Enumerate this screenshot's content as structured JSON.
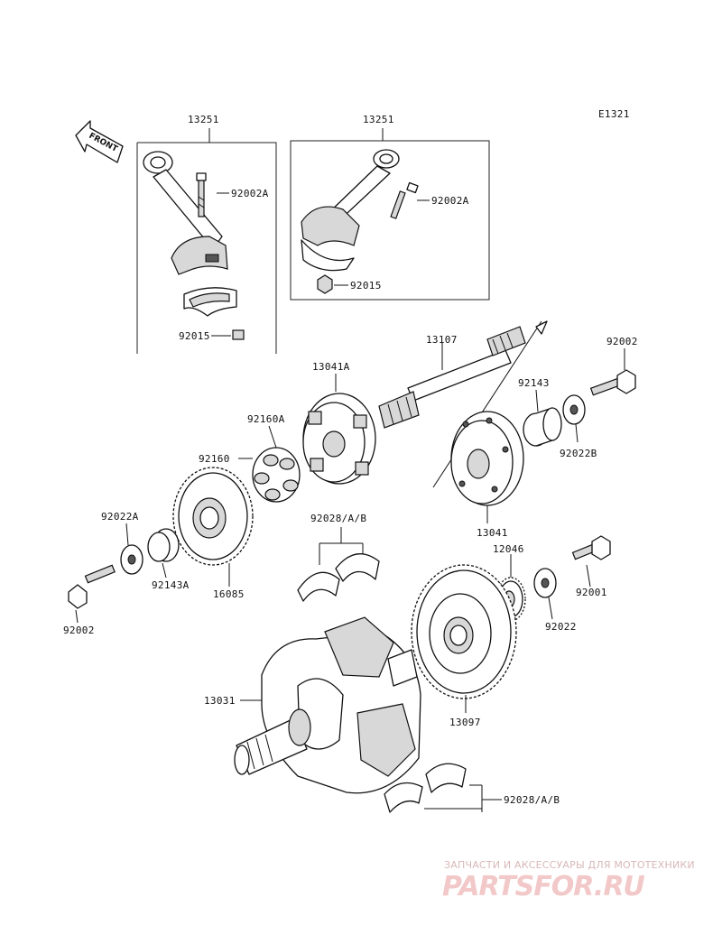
{
  "diagram": {
    "code": "E1321",
    "direction_label": "FRONT",
    "parts": {
      "rod_left": "13251",
      "rod_right": "13251",
      "bolt_left": "92002A",
      "bolt_right": "92002A",
      "nut_left": "92015",
      "nut_right": "92015",
      "shaft": "13107",
      "bolt_top_right": "92002",
      "coupling_a": "13041A",
      "collar_top": "92143",
      "washer_top": "92022B",
      "damper_a": "92160A",
      "damper": "92160",
      "coupling": "13041",
      "washer_left": "92022A",
      "sprocket": "16085",
      "collar_left": "92143A",
      "bolt_left_bottom": "92002",
      "bearing_upper": "92028/A/B",
      "gear_small": "12046",
      "bolt_mid_right": "92001",
      "washer_mid_right": "92022",
      "gear_large": "13097",
      "crankshaft": "13031",
      "bearing_lower": "92028/A/B"
    }
  },
  "watermark": {
    "tagline": "ЗАПЧАСТИ И АКСЕССУАРЫ ДЛЯ МОТОТЕХНИКИ",
    "brand": "PARTSFOR.RU"
  }
}
